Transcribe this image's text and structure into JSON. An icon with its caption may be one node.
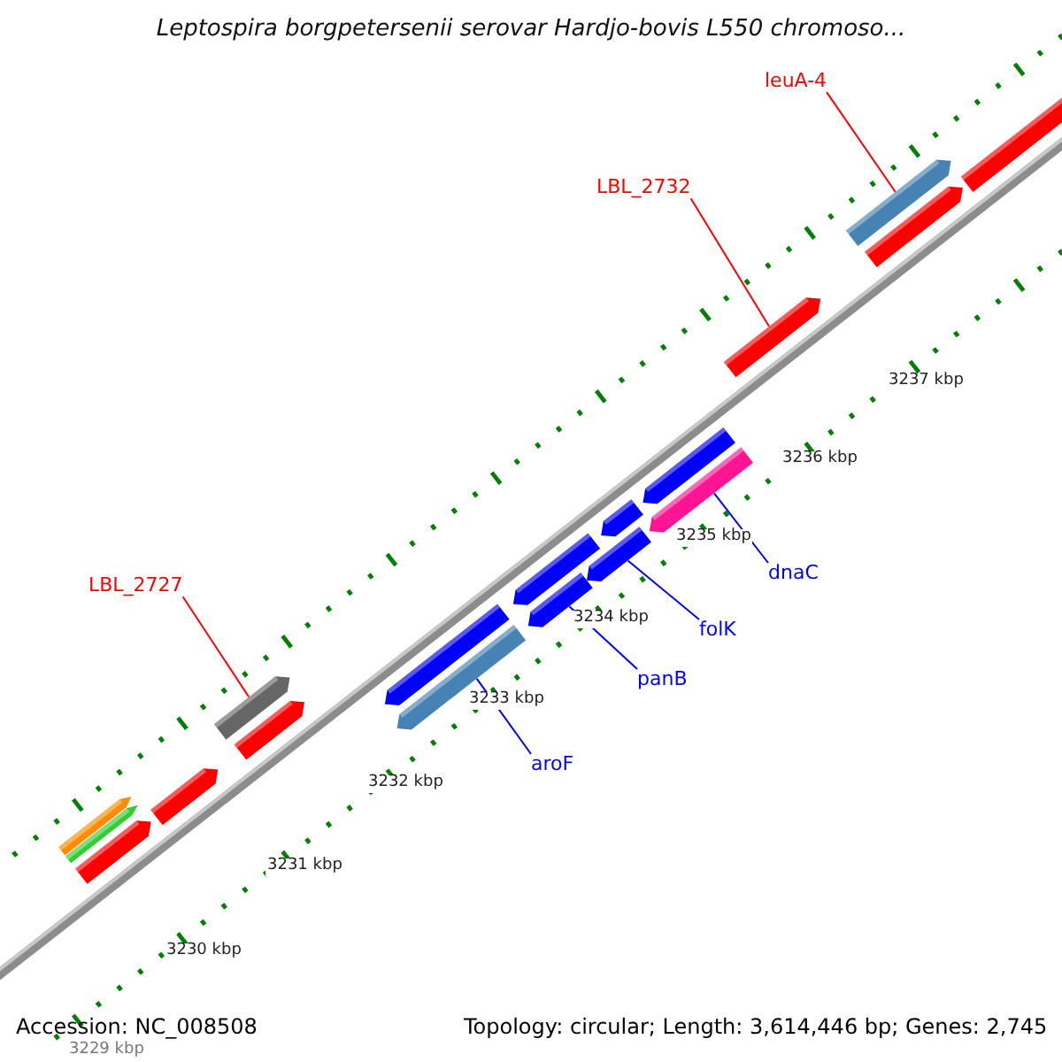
{
  "diagram": {
    "title": "Leptospira borgpetersenii serovar Hardjo-bovis L550 chromoso...",
    "nodes": [
      {
        "text": [
          "leuA-4"
        ]
      },
      {
        "text": [],
        "shape": "bar"
      },
      {
        "text": [
          "LBL_2732"
        ]
      },
      {
        "text": [],
        "shape": "bar"
      },
      {
        "text": [
          "LBL_2727"
        ]
      },
      {
        "text": [],
        "shape": "bar"
      },
      {
        "text": [
          "dnaC"
        ]
      },
      {
        "text": [],
        "shape": "bar"
      },
      {
        "text": [
          "folK"
        ]
      },
      {
        "text": [],
        "shape": "bar"
      },
      {
        "text": [
          "panB"
        ]
      },
      {
        "text": [],
        "shape": "bar"
      },
      {
        "text": [
          "aroF"
        ]
      },
      {
        "text": [],
        "shape": "bar"
      }
    ],
    "edges": [
      {
        "from": 0,
        "to": 1,
        "arrow": "none",
        "color": "#ff0000"
      },
      {
        "from": 2,
        "to": 3,
        "arrow": "none",
        "color": "#ff0000"
      },
      {
        "from": 4,
        "to": 5,
        "arrow": "none",
        "color": "#ff0000"
      },
      {
        "from": 6,
        "to": 7,
        "arrow": "none"
      },
      {
        "from": 8,
        "to": 9,
        "arrow": "none"
      },
      {
        "from": 10,
        "to": 11,
        "arrow": "none"
      },
      {
        "from": 12,
        "to": 13,
        "arrow": "none"
      }
    ],
    "labels": [
      "3237 kbp",
      "3236 kbp",
      "3235 kbp",
      "3234 kbp",
      "3233 kbp",
      "3232 kbp",
      "3231 kbp",
      "3230 kbp",
      "Accession: NC_008508",
      "Topology: circular; Length: 3,614,446 bp; Genes: 2,745",
      "3229 kbp"
    ]
  }
}
